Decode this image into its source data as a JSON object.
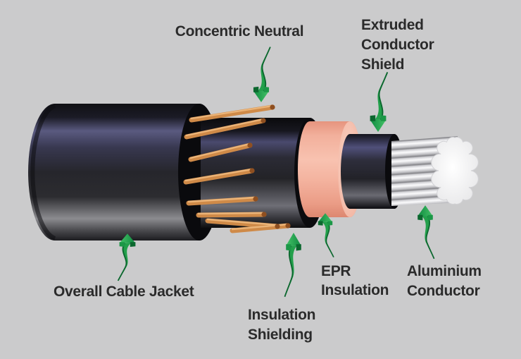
{
  "background_color": "#cbcbcc",
  "text_color": "#2b2b2b",
  "diagram": {
    "type": "cutaway-cable-construction-diagram",
    "labels": [
      {
        "id": "concentric-neutral",
        "lines": [
          "Concentric Neutral"
        ],
        "arrow_direction": "down"
      },
      {
        "id": "extruded-conductor-shield",
        "lines": [
          "Extruded",
          "Conductor",
          "Shield"
        ],
        "arrow_direction": "down"
      },
      {
        "id": "overall-cable-jacket",
        "lines": [
          "Overall Cable Jacket"
        ],
        "arrow_direction": "up"
      },
      {
        "id": "insulation-shielding",
        "lines": [
          "Insulation",
          "Shielding"
        ],
        "arrow_direction": "up"
      },
      {
        "id": "epr-insulation",
        "lines": [
          "EPR",
          "Insulation"
        ],
        "arrow_direction": "up"
      },
      {
        "id": "aluminium-conductor",
        "lines": [
          "Aluminium",
          "Conductor"
        ],
        "arrow_direction": "up"
      }
    ],
    "colors": {
      "background": "#cbcbcc",
      "label_text": "#2b2b2b",
      "jacket_dark": "#26262c",
      "jacket_blue_highlight": "#5a5a80",
      "copper_wire": "#d58f4e",
      "epr_insulation_pink": "#f4b6a2",
      "conductor_silver": "#e9e9eb",
      "arrow_green": "#23a04b",
      "arrow_green_dark": "#0b672e"
    }
  }
}
